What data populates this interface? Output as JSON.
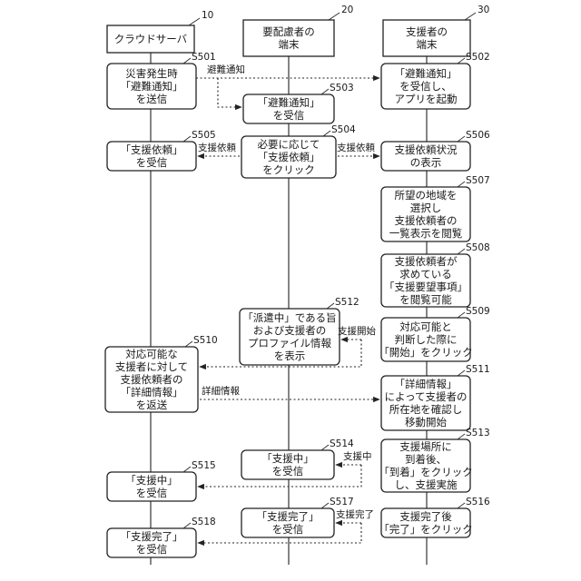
{
  "lanes": [
    {
      "ref": "10",
      "title": [
        "クラウドサーバ"
      ]
    },
    {
      "ref": "20",
      "title": [
        "要配慮者の",
        "端末"
      ]
    },
    {
      "ref": "30",
      "title": [
        "支援者の",
        "端末"
      ]
    }
  ],
  "steps": [
    {
      "id": "S501",
      "lines": [
        "災害発生時",
        "「避難通知」",
        "を送信"
      ]
    },
    {
      "id": "S502",
      "lines": [
        "「避難通知」",
        "を受信し、",
        "アプリを起動"
      ]
    },
    {
      "id": "S503",
      "lines": [
        "「避難通知」",
        "を受信"
      ]
    },
    {
      "id": "S504",
      "lines": [
        "必要に応じて",
        "「支援依頼」",
        "をクリック"
      ]
    },
    {
      "id": "S505",
      "lines": [
        "「支援依頼」",
        "を受信"
      ]
    },
    {
      "id": "S506",
      "lines": [
        "支援依頼状況",
        "の表示"
      ]
    },
    {
      "id": "S507",
      "lines": [
        "所望の地域を",
        "選択し",
        "支援依頼者の",
        "一覧表示を閲覧"
      ]
    },
    {
      "id": "S508",
      "lines": [
        "支援依頼者が",
        "求めている",
        "「支援要望事項」",
        "を閲覧可能"
      ]
    },
    {
      "id": "S509",
      "lines": [
        "対応可能と",
        "判断した際に",
        "「開始」をクリック"
      ]
    },
    {
      "id": "S510",
      "lines": [
        "対応可能な",
        "支援者に対して",
        "支援依頼者の",
        "「詳細情報」",
        "を返送"
      ]
    },
    {
      "id": "S511",
      "lines": [
        "「詳細情報」",
        "によって支援者の",
        "所在地を確認し",
        "移動開始"
      ]
    },
    {
      "id": "S512",
      "lines": [
        "「派遣中」である旨",
        "および支援者の",
        "プロファイル情報",
        "を表示"
      ]
    },
    {
      "id": "S513",
      "lines": [
        "支援場所に",
        "到着後、",
        "「到着」をクリック",
        "し、支援実施"
      ]
    },
    {
      "id": "S514",
      "lines": [
        "「支援中」",
        "を受信"
      ]
    },
    {
      "id": "S515",
      "lines": [
        "「支援中」",
        "を受信"
      ]
    },
    {
      "id": "S516",
      "lines": [
        "支援完了後",
        "「完了」をクリック"
      ]
    },
    {
      "id": "S517",
      "lines": [
        "「支援完了」",
        "を受信"
      ]
    },
    {
      "id": "S518",
      "lines": [
        "「支援完了」",
        "を受信"
      ]
    }
  ],
  "messages": [
    {
      "label": "避難通知"
    },
    {
      "label": "支援依頼"
    },
    {
      "label": "支援依頼"
    },
    {
      "label": "支援開始"
    },
    {
      "label": "詳細情報"
    },
    {
      "label": "支援中"
    },
    {
      "label": "支援完了"
    }
  ]
}
